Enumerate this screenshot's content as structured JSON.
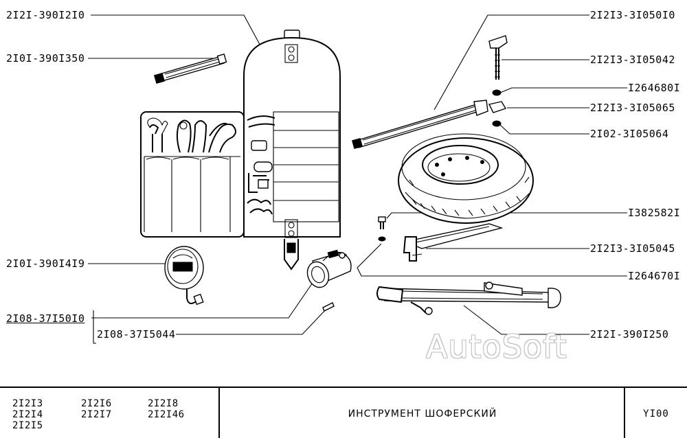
{
  "callouts": {
    "bag": "2I2I-390I2I0",
    "strap": "2I0I-390I350",
    "gauge": "2I0I-390I4I9",
    "pump": "2I08-37I50I0",
    "pump_adapter": "2I08-37I5044",
    "wheel_wrench": "2I2I3-3I050I0",
    "bolt": "2I2I3-3I05042",
    "washer_upper": "I264680I",
    "bracket_plate": "2I2I3-3I05065",
    "washer_lower": "2I02-3I05064",
    "screw": "I382582I",
    "spare_holder": "2I2I3-3I05045",
    "washer_small": "I264670I",
    "jack": "2I2I-390I250"
  },
  "watermark": "AutoSoft",
  "title_block": {
    "models": [
      "2I2I3",
      "2I2I4",
      "2I2I5",
      "2I2I6",
      "2I2I7",
      "2I2I8",
      "2I2I46"
    ],
    "title": "ИНСТРУМЕНТ  ШОФЕРСКИЙ",
    "code": "YI00"
  }
}
